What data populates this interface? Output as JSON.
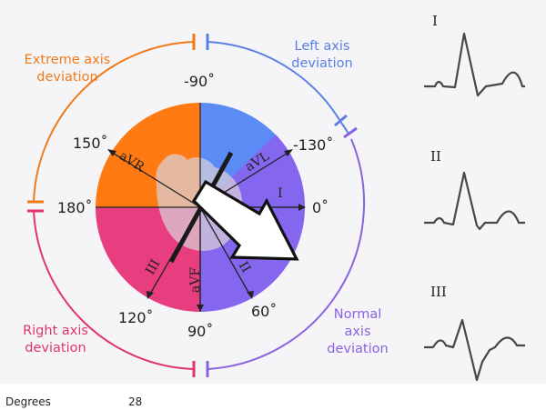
{
  "zones": {
    "extreme": {
      "lines": [
        "Extreme axis",
        "deviation"
      ],
      "color": "#f07a1a"
    },
    "left": {
      "lines": [
        "Left axis",
        "deviation"
      ],
      "color": "#5b7fe6"
    },
    "right": {
      "lines": [
        "Right axis",
        "deviation"
      ],
      "color": "#e0336f"
    },
    "normal": {
      "lines": [
        "Normal",
        "axis",
        "deviation"
      ],
      "color": "#8a62e0"
    }
  },
  "degrees": {
    "neg90": "-90˚",
    "neg130": "-130˚",
    "zero": "0˚",
    "p60": "60˚",
    "p90": "90˚",
    "p120": "120˚",
    "p150": "150˚",
    "p180": "180˚"
  },
  "leads": {
    "aVR": "aVR",
    "aVL": "aVL",
    "I": "I",
    "II": "II",
    "III": "III",
    "aVF": "aVF"
  },
  "ecg_panels": {
    "lead_I": "I",
    "lead_II": "II",
    "lead_III": "III"
  },
  "colors": {
    "quadrant_left_upper": "#ff7a12",
    "quadrant_right_upper": "#5b8cf5",
    "quadrant_left_lower": "#e83d7e",
    "quadrant_right_lower": "#8467ee",
    "normal_sector": "#8467ee",
    "ring_extreme": "#f07a1a",
    "ring_left": "#5b7fe6",
    "ring_right": "#e0336f",
    "ring_normal": "#8a62e0"
  },
  "footer": {
    "label": "Degrees",
    "value": "28"
  }
}
